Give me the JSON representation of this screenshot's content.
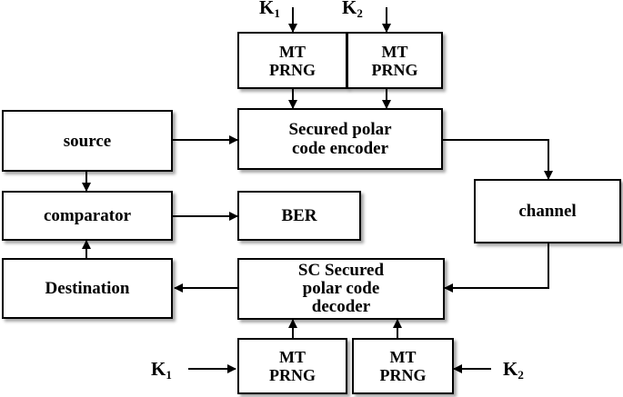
{
  "keys": {
    "k1_top": {
      "base": "K",
      "sub": "1"
    },
    "k2_top": {
      "base": "K",
      "sub": "2"
    },
    "k1_bottom": {
      "base": "K",
      "sub": "1"
    },
    "k2_bottom": {
      "base": "K",
      "sub": "2"
    }
  },
  "blocks": {
    "prng_top_left": {
      "line1": "MT",
      "line2": "PRNG"
    },
    "prng_top_right": {
      "line1": "MT",
      "line2": "PRNG"
    },
    "encoder": {
      "line1": "Secured polar",
      "line2": "code encoder"
    },
    "source": "source",
    "comparator": "comparator",
    "ber": "BER",
    "channel": "channel",
    "destination": "Destination",
    "decoder": {
      "line1": "SC Secured",
      "line2": "polar code",
      "line3": "decoder"
    },
    "prng_bottom_left": {
      "line1": "MT",
      "line2": "PRNG"
    },
    "prng_bottom_right": {
      "line1": "MT",
      "line2": "PRNG"
    }
  },
  "colors": {
    "stroke": "#000000",
    "background": "#ffffff"
  }
}
